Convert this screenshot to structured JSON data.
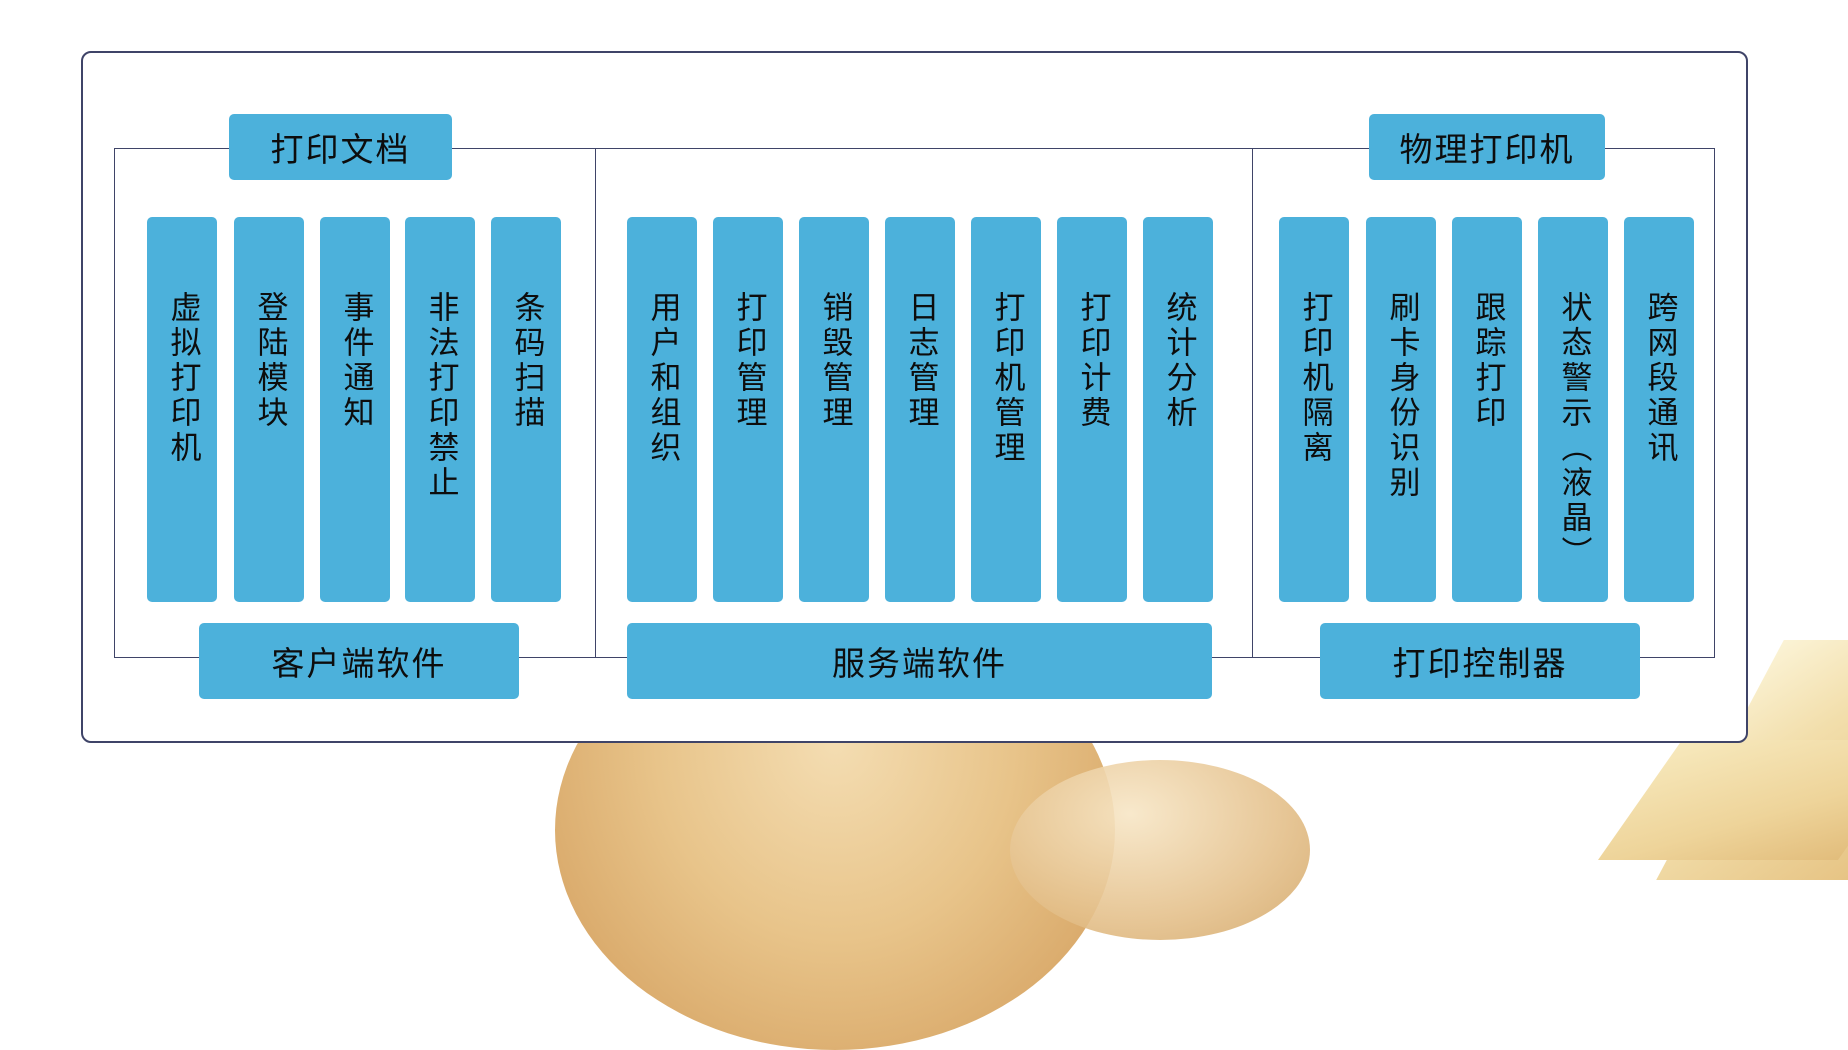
{
  "headers": {
    "print_docs": "打印文档",
    "physical_printer": "物理打印机"
  },
  "footers": {
    "client_software": "客户端软件",
    "server_software": "服务端软件",
    "print_controller": "打印控制器"
  },
  "client_modules": [
    "虚拟打印机",
    "登陆模块",
    "事件通知",
    "非法打印禁止",
    "条码扫描"
  ],
  "server_modules": [
    "用户和组织",
    "打印管理",
    "销毁管理",
    "日志管理",
    "打印机管理",
    "打印计费",
    "统计分析"
  ],
  "controller_modules": [
    "打印机隔离",
    "刷卡身份识别",
    "跟踪打印",
    "状态警示（液晶）",
    "跨网段通讯"
  ],
  "colors": {
    "box_fill": "#4cb1db",
    "frame_line": "#3f4468"
  }
}
